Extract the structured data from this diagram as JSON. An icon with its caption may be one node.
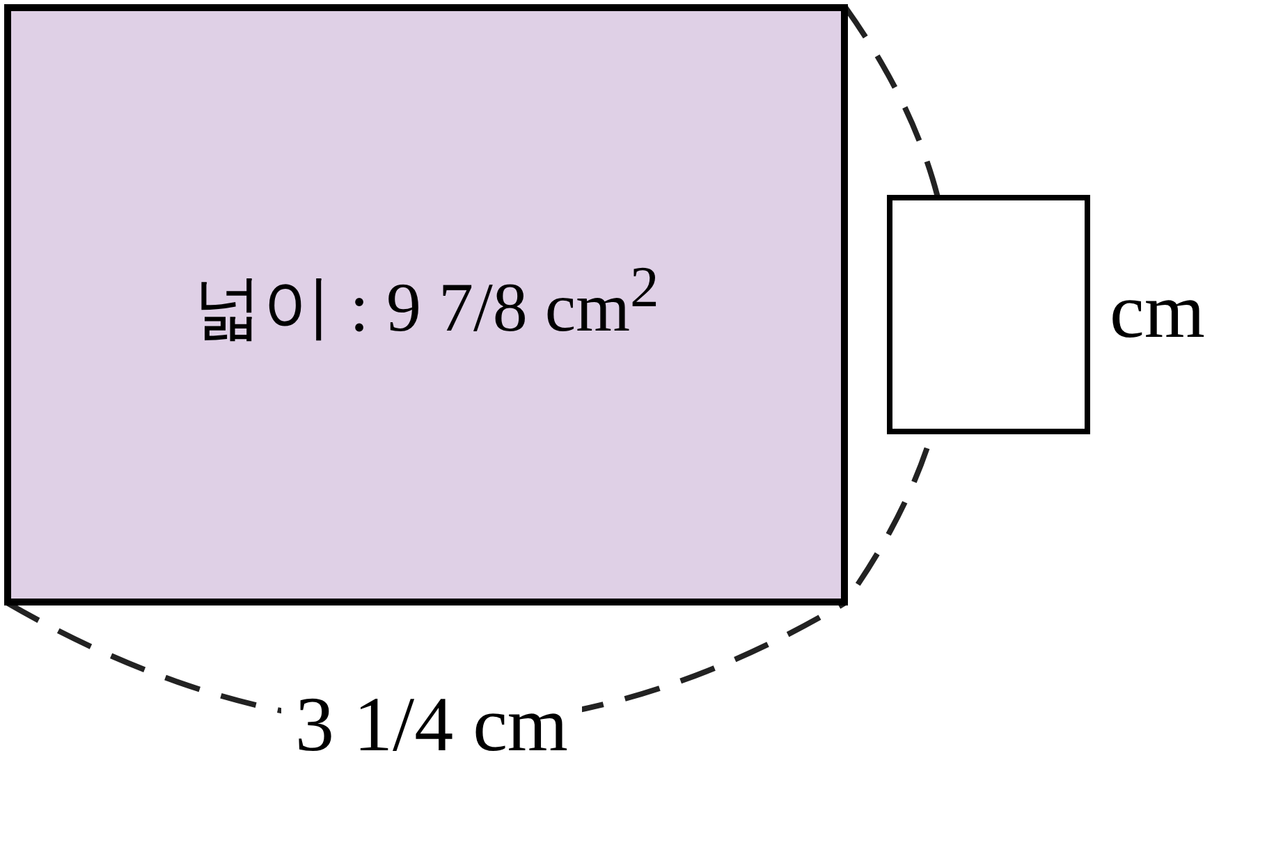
{
  "diagram": {
    "nodes": [
      {
        "text": [
          "넓이 : 9 7/8 cm$^{2}$"
        ]
      },
      {
        "text": [],
        "shape": "box",
        "beside": [
          "cm"
        ]
      }
    ],
    "edges": [],
    "labels": [
      "3 1/4 cm"
    ]
  }
}
